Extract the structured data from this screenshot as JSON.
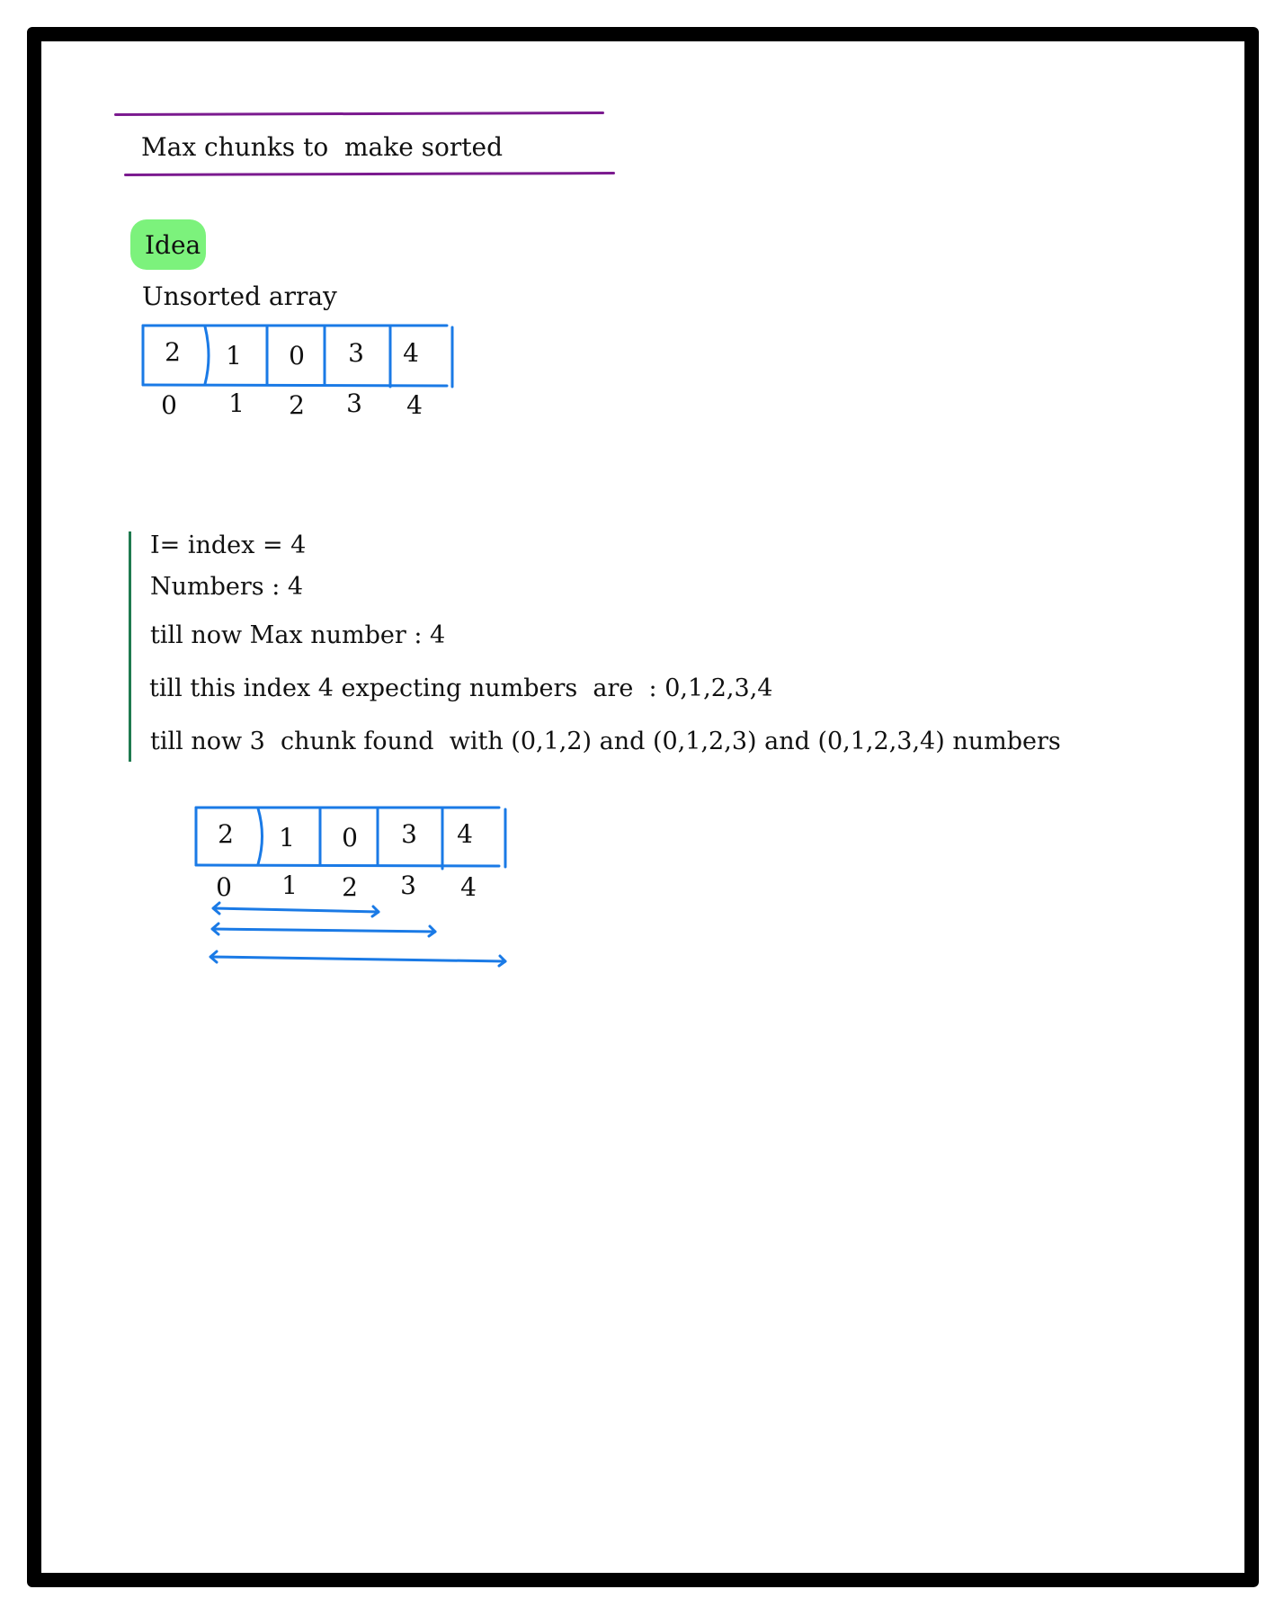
{
  "title": "Max chunks to  make sorted",
  "idea_label": "Idea",
  "array_caption": "Unsorted array",
  "array1": {
    "values": [
      "2",
      "1",
      "0",
      "3",
      "4"
    ],
    "indices": [
      "0",
      "1",
      "2",
      "3",
      "4"
    ]
  },
  "notes": [
    "I= index = 4",
    "Numbers : 4",
    "till now Max number : 4",
    "till this index 4 expecting numbers  are  : 0,1,2,3,4",
    "till now 3  chunk found  with (0,1,2) and (0,1,2,3) and (0,1,2,3,4) numbers"
  ],
  "array2": {
    "values": [
      "2",
      "1",
      "0",
      "3",
      "4"
    ],
    "indices": [
      "0",
      "1",
      "2",
      "3",
      "4"
    ]
  },
  "colors": {
    "ink_blue": "#1a7ae6",
    "underline_purple": "#7b1a8f",
    "highlight_green": "#7cf27c",
    "note_bar_green": "#1f7a4f"
  }
}
